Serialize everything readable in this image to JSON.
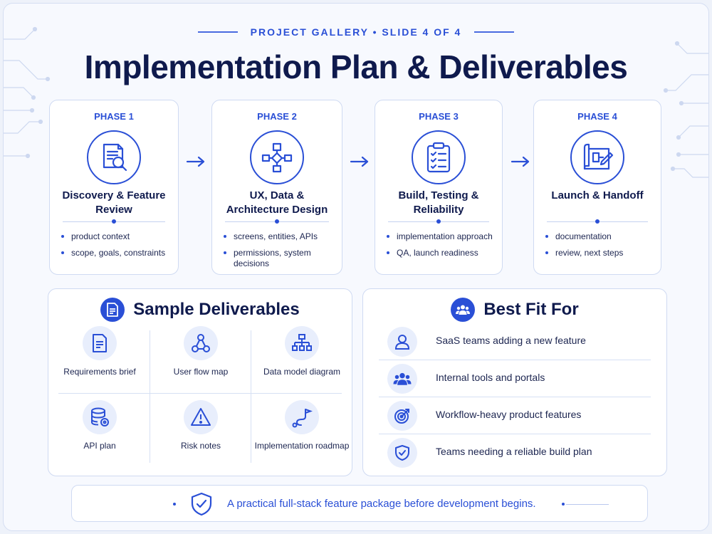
{
  "header": {
    "eyebrow": "PROJECT GALLERY • SLIDE 4 OF 4",
    "title": "Implementation Plan & Deliverables"
  },
  "phases": [
    {
      "label": "PHASE 1",
      "title": "Discovery & Feature Review",
      "icon": "magnifier-document-icon",
      "bullets": [
        "product context",
        "scope, goals, constraints"
      ]
    },
    {
      "label": "PHASE 2",
      "title": "UX, Data & Architecture Design",
      "icon": "flowchart-icon",
      "bullets": [
        "screens, entities, APIs",
        "permissions, system decisions"
      ]
    },
    {
      "label": "PHASE 3",
      "title": "Build, Testing & Reliability",
      "icon": "checklist-clipboard-icon",
      "bullets": [
        "implementation approach",
        "QA, launch readiness"
      ]
    },
    {
      "label": "PHASE 4",
      "title": "Launch & Handoff",
      "icon": "blueprint-pencil-icon",
      "bullets": [
        "documentation",
        "review, next steps"
      ]
    }
  ],
  "deliverables": {
    "title": "Sample Deliverables",
    "items": [
      {
        "label": "Requirements brief",
        "icon": "document-icon"
      },
      {
        "label": "User flow map",
        "icon": "user-flow-icon"
      },
      {
        "label": "Data model diagram",
        "icon": "hierarchy-icon"
      },
      {
        "label": "API plan",
        "icon": "database-gear-icon"
      },
      {
        "label": "Risk notes",
        "icon": "warning-icon"
      },
      {
        "label": "Implementation roadmap",
        "icon": "roadmap-flag-icon"
      }
    ]
  },
  "best_fit": {
    "title": "Best Fit For",
    "items": [
      {
        "label": "SaaS teams adding a new feature",
        "icon": "user-icon"
      },
      {
        "label": "Internal tools and portals",
        "icon": "team-icon"
      },
      {
        "label": "Workflow-heavy product features",
        "icon": "target-icon"
      },
      {
        "label": "Teams needing a reliable build plan",
        "icon": "shield-check-icon"
      }
    ]
  },
  "footer": {
    "text": "A practical full-stack feature package before development begins."
  },
  "colors": {
    "accent": "#2a4fd6",
    "navy": "#0f1a4d",
    "border": "#cfdaf2",
    "background": "#f7f9fe"
  }
}
